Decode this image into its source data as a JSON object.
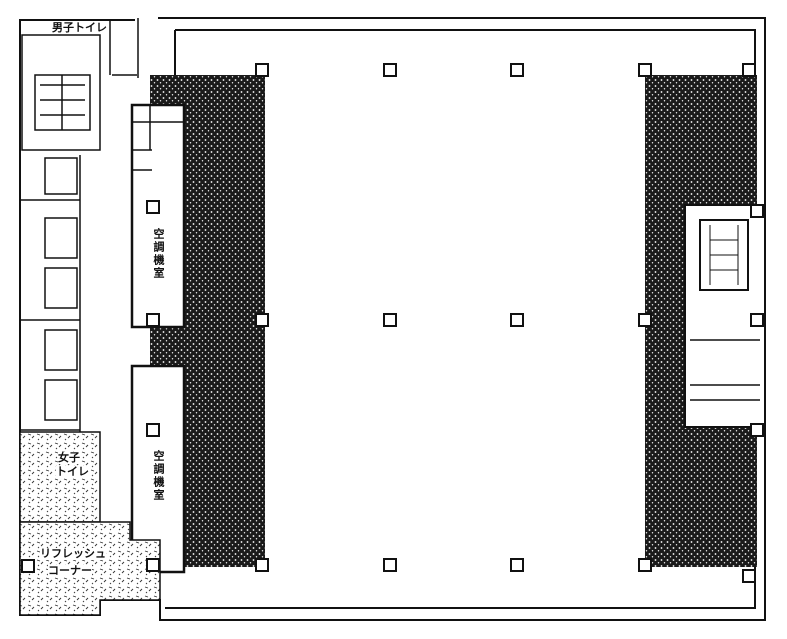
{
  "rooms": {
    "mens_toilet": "男子トイレ",
    "ac_room_upper": "空調機室",
    "ac_room_lower": "空調機室",
    "womens_toilet_1": "女子",
    "womens_toilet_2": "トイレ",
    "refresh_1": "リフレッシュ",
    "refresh_2": "コーナー"
  },
  "colors": {
    "wall": "#111111",
    "stipple": "#222222",
    "background": "#ffffff"
  }
}
